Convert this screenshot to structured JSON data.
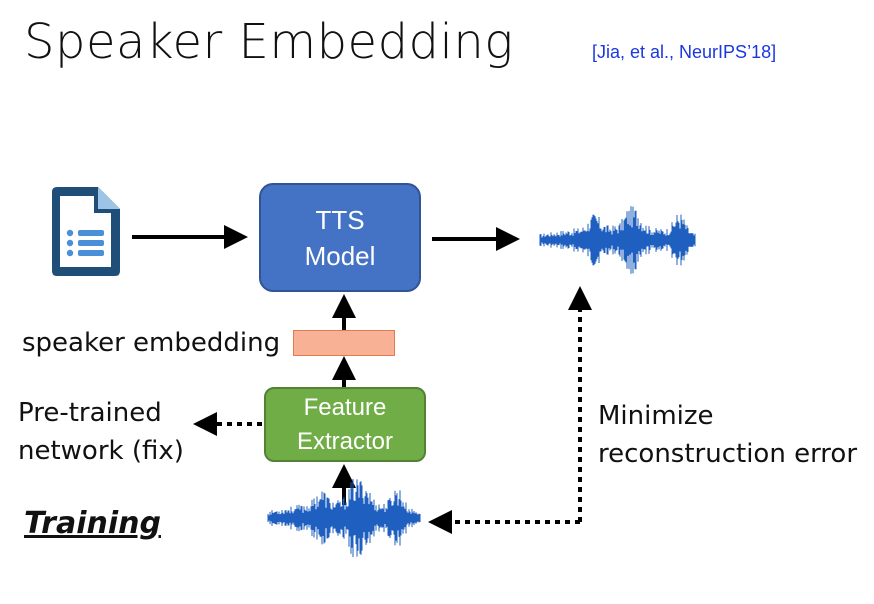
{
  "title": "Speaker Embedding",
  "citation": "[Jia, et al., NeurIPS’18]",
  "tts_box": {
    "line1": "TTS",
    "line2": "Model"
  },
  "feature_box": {
    "line1": "Feature",
    "line2": "Extractor"
  },
  "embedding_label": "speaker embedding",
  "pretrained_label": {
    "line1": "Pre-trained",
    "line2": "network (fix)"
  },
  "minimize_label": {
    "line1": "Minimize",
    "line2": "reconstruction error"
  },
  "training_label": "Training",
  "icons": [
    "document-icon",
    "waveform-icon"
  ],
  "colors": {
    "tts": "#4472c4",
    "feature": "#70ad47",
    "embedding": "#f8b195",
    "citation": "#1a37e0",
    "document": "#1f4e79",
    "waveform": "#1f5fbf"
  }
}
